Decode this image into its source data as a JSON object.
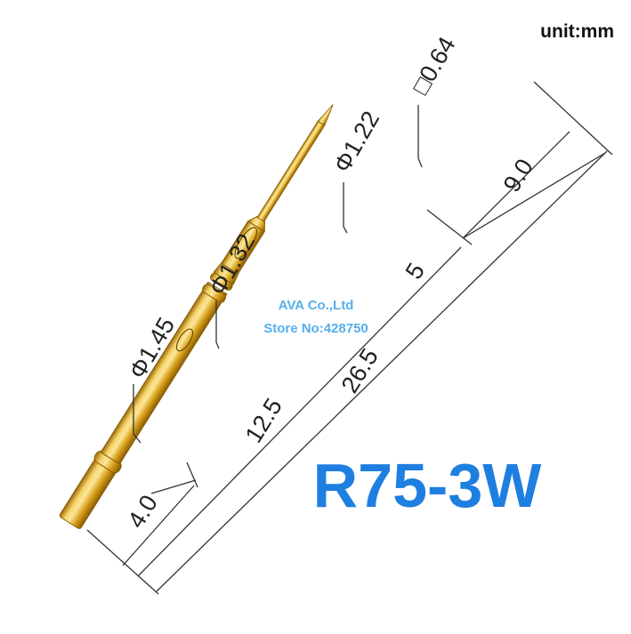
{
  "unit_label": "unit:mm",
  "model_label": "R75-3W",
  "watermark": {
    "line1": "AVA Co.,Ltd",
    "line2": "Store No:428750"
  },
  "diameters": {
    "barrel_tail": "Φ1.45",
    "barrel": "Φ1.32",
    "plunger_shoulder": "Φ1.22",
    "tip": "□0.64"
  },
  "lengths": {
    "tail": "4.0",
    "barrel": "12.5",
    "total": "26.5",
    "crimp_to_shoulder": "5",
    "tip_length": "9.0"
  },
  "colors": {
    "gold_light": "#f6d468",
    "gold_mid": "#d9a21c",
    "gold_dark": "#9a6a08",
    "model_blue": "#1e7fe0",
    "watermark_blue": "#3aa0e8"
  }
}
